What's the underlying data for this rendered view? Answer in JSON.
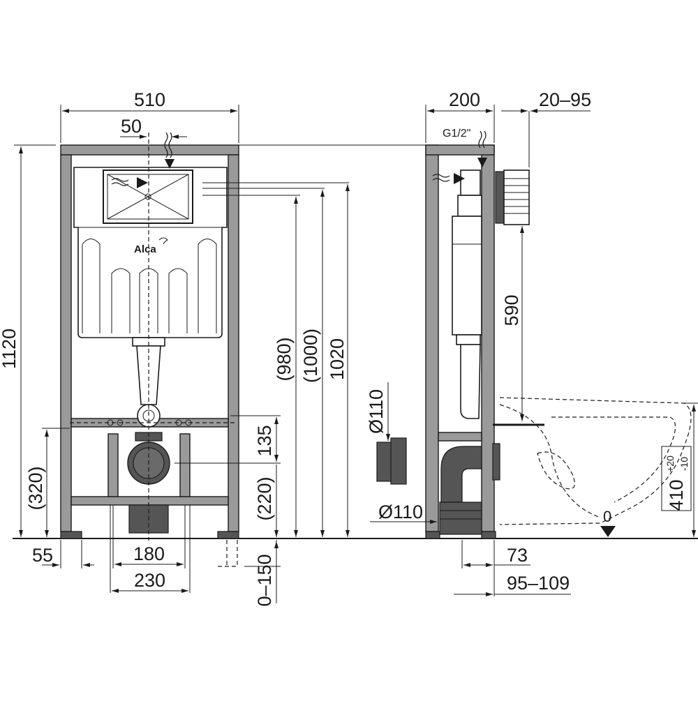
{
  "brand": {
    "logo_text": "Alca"
  },
  "front_view": {
    "width_total": "510",
    "offset_top": "50",
    "height_total": "1120",
    "height_980": "(980)",
    "height_1000": "(1000)",
    "height_1020": "1020",
    "height_320": "(320)",
    "height_135": "135",
    "height_220": "(220)",
    "feet_adjust": "0–150",
    "foot_offset": "55",
    "span_180": "180",
    "span_230": "230"
  },
  "side_view": {
    "depth": "200",
    "flange_adjust": "20–95",
    "water_connection": "G1/2\"",
    "pipe_diameter_upper": "Ø110",
    "pipe_diameter_lower": "Ø110",
    "bolt_height": "590",
    "bowl_height": "410",
    "bowl_tolerance_plus": "+20",
    "bowl_tolerance_minus": "-10",
    "floor_level": "0",
    "offset_73": "73",
    "range_95_109": "95–109"
  },
  "colors": {
    "line": "#1a1a1a",
    "frame_fill": "#9a9a9a",
    "dark_part": "#555555"
  }
}
